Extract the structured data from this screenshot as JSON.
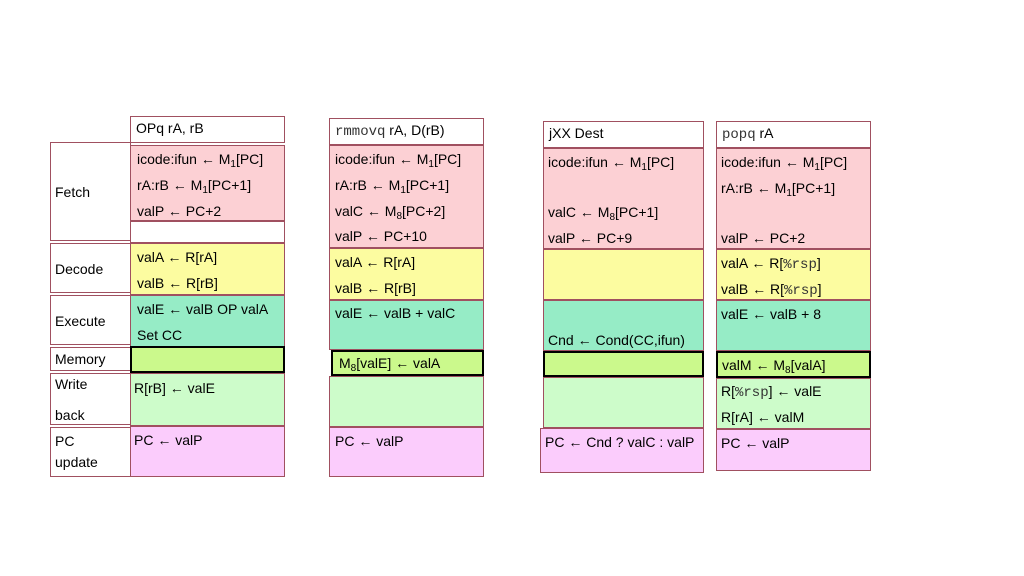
{
  "stages": {
    "fetch": "Fetch",
    "decode": "Decode",
    "execute": "Execute",
    "memory": "Memory",
    "write_1": "Write",
    "write_2": "back",
    "pc_1": "PC",
    "pc_2": "update"
  },
  "opq": {
    "header": "OPq rA, rB",
    "fetch": [
      "icode:ifun ← M",
      "1",
      "[PC]",
      "rA:rB ← M",
      "1",
      "[PC+1]",
      "valP ← PC+2"
    ],
    "decode": [
      "valA ← R[rA]",
      "valB ← R[rB]"
    ],
    "execute": [
      "valE ← valB OP valA",
      "Set CC"
    ],
    "write": "R[rB] ← valE",
    "pc": "PC ← valP"
  },
  "rmmovq": {
    "header_mono": "rmmovq",
    "header_rest": " rA, D(rB)",
    "fetch": [
      "icode:ifun ← M",
      "1",
      "[PC]",
      "rA:rB ← M",
      "1",
      "[PC+1]",
      "valC ← M",
      "8",
      "[PC+2]",
      "valP ← PC+10"
    ],
    "decode": [
      "valA ← R[rA]",
      "valB ← R[rB]"
    ],
    "execute": "valE ← valB + valC",
    "memory": [
      "M",
      "8",
      "[valE] ← valA"
    ],
    "pc": "PC ← valP"
  },
  "jxx": {
    "header": "jXX Dest",
    "fetch": [
      "icode:ifun ← M",
      "1",
      "[PC]",
      "valC ← M",
      "8",
      "[PC+1]",
      "valP ← PC+9"
    ],
    "execute": "Cnd ← Cond(CC,ifun)",
    "pc": "PC ← Cnd ? valC : valP"
  },
  "popq": {
    "header_mono": "popq",
    "header_rest": " rA",
    "fetch": [
      "icode:ifun ← M",
      "1",
      "[PC]",
      "rA:rB ← M",
      "1",
      "[PC+1]",
      "valP ← PC+2"
    ],
    "decode": [
      "valA ← R[",
      "%rsp",
      "]",
      "valB ← R[",
      "%rsp",
      "]"
    ],
    "execute": "valE ← valB + 8",
    "memory": [
      "valM ← M",
      "8",
      "[valA]"
    ],
    "write": [
      "R[",
      "%rsp",
      "] ← valE",
      "R[rA] ← valM"
    ],
    "pc": "PC ← valP"
  }
}
